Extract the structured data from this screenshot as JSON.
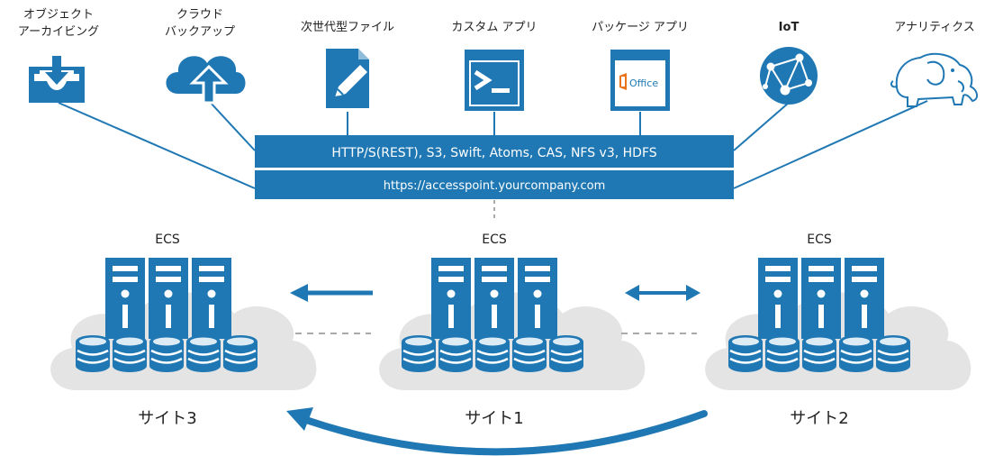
{
  "clients": [
    {
      "line1": "オブジェクト",
      "line2": "アーカイビング",
      "icon": "archive-download-icon"
    },
    {
      "line1": "クラウド",
      "line2": "バックアップ",
      "icon": "cloud-upload-icon"
    },
    {
      "line1": "次世代型ファイル",
      "line2": "",
      "icon": "document-pen-icon"
    },
    {
      "line1": "カスタム アプリ",
      "line2": "",
      "icon": "terminal-window-icon"
    },
    {
      "line1": "パッケージ アプリ",
      "line2": "",
      "icon": "office-window-icon",
      "badge": "Office"
    },
    {
      "line1": "IoT",
      "line2": "",
      "icon": "network-globe-icon"
    },
    {
      "line1": "アナリティクス",
      "line2": "",
      "icon": "hadoop-elephant-icon"
    }
  ],
  "access_layer": {
    "protocols": "HTTP/S(REST), S3, Swift, Atoms, CAS, NFS v3, HDFS",
    "endpoint": "https://accesspoint.yourcompany.com"
  },
  "sites": [
    {
      "ecs_label": "ECS",
      "name": "サイト3"
    },
    {
      "ecs_label": "ECS",
      "name": "サイト1"
    },
    {
      "ecs_label": "ECS",
      "name": "サイト2"
    }
  ],
  "colors": {
    "primary_blue": "#1f78b4",
    "cloud_gray": "#e4e4e4",
    "dashed_gray": "#aaaaaa",
    "text": "#222222"
  }
}
